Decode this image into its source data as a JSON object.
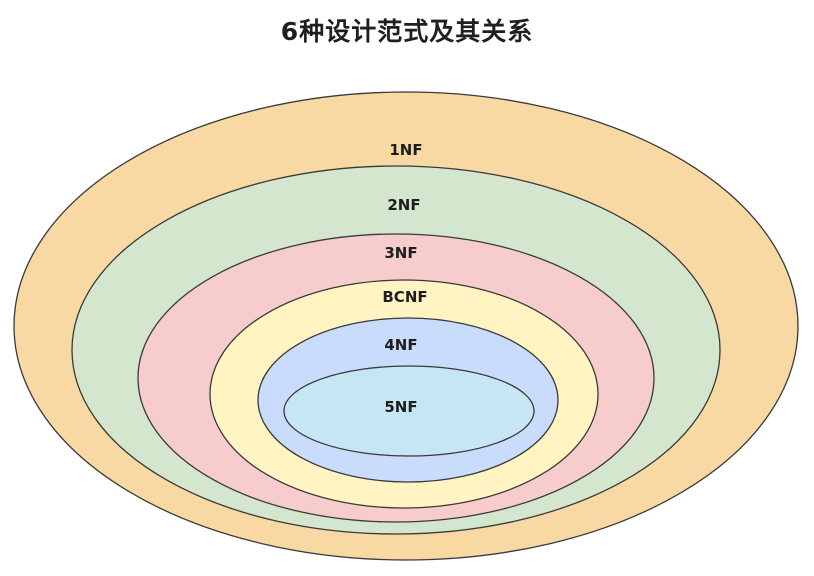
{
  "title": "6种设计范式及其关系",
  "levels": [
    {
      "label": "1NF",
      "fill": "#f8d8a3"
    },
    {
      "label": "2NF",
      "fill": "#d4e6cd"
    },
    {
      "label": "3NF",
      "fill": "#f7cccc"
    },
    {
      "label": "BCNF",
      "fill": "#fff4c2"
    },
    {
      "label": "4NF",
      "fill": "#c9dcfb"
    },
    {
      "label": "5NF",
      "fill": "#c7e6f4"
    }
  ],
  "stroke_color": "#3a3a3a"
}
